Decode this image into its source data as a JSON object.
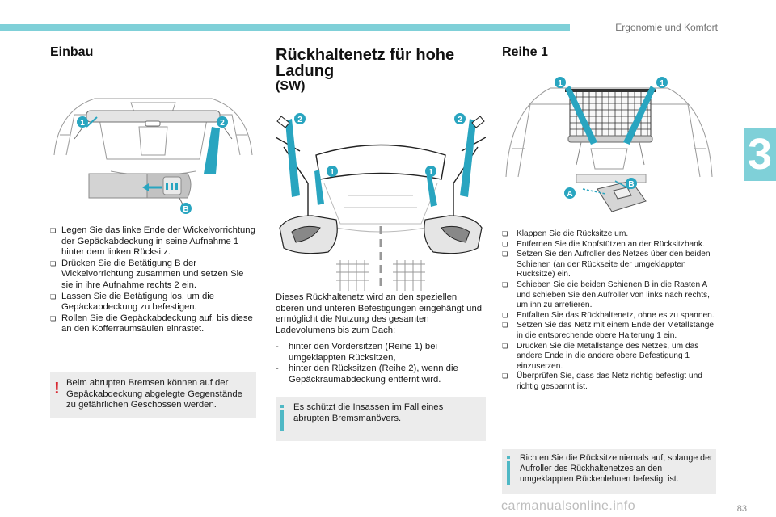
{
  "header": {
    "section_title": "Ergonomie und Komfort",
    "chapter_number": "3",
    "page_number": "83"
  },
  "watermark": "carmanualsonline.info",
  "colors": {
    "accent": "#7fd0d8",
    "info_bar": "#4fb8c5",
    "warning_red": "#d8262f",
    "callout": "#29a5c0",
    "note_bg": "#ececec"
  },
  "einbau": {
    "title": "Einbau",
    "figure_labels": {
      "marker_1": "1",
      "marker_2": "2",
      "marker_b": "B"
    },
    "steps": [
      "Legen Sie das linke Ende der Wickelvorrichtung der Gepäckabdeckung in seine Aufnahme 1 hinter dem linken Rücksitz.",
      "Drücken Sie die Betätigung B der Wickelvorrichtung zusammen und setzen Sie sie in ihre Aufnahme rechts 2 ein.",
      "Lassen Sie die Betätigung los, um die Gepäckabdeckung zu befestigen.",
      "Rollen Sie die Gepäckabdeckung auf, bis diese an den Kofferraumsäulen einrastet."
    ],
    "warning_note": "Beim abrupten Bremsen können auf der Gepäckabdeckung abgelegte Gegenstände zu gefährlichen Geschossen werden."
  },
  "net": {
    "title": "Rückhaltenetz für hohe Ladung",
    "subtitle": "(SW)",
    "figure_labels": {
      "marker_1": "1",
      "marker_2": "2"
    },
    "paragraph": "Dieses Rückhaltenetz wird an den speziellen oberen und unteren Befestigungen eingehängt und ermöglicht die Nutzung des gesamten Ladevolumens bis zum Dach:",
    "dash_items": [
      "hinter den Vordersitzen (Reihe 1) bei umgeklappten Rücksitzen,",
      "hinter den Rücksitzen (Reihe 2), wenn die Gepäckraumabdeckung entfernt wird."
    ],
    "info_note": "Es schützt die Insassen im Fall eines abrupten Bremsmanövers."
  },
  "reihe1": {
    "title": "Reihe 1",
    "figure_labels": {
      "marker_1": "1",
      "marker_a": "A",
      "marker_b": "B"
    },
    "steps": [
      "Klappen Sie die Rücksitze um.",
      "Entfernen Sie die Kopfstützen an der Rücksitzbank.",
      "Setzen Sie den Aufroller des Netzes über den beiden Schienen (an der Rückseite der umgeklappten Rücksitze) ein.",
      "Schieben Sie die beiden Schienen B in die Rasten A und schieben Sie den Aufroller von links nach rechts, um ihn zu arretieren.",
      "Entfalten Sie das Rückhaltenetz, ohne es zu spannen.",
      "Setzen Sie das Netz mit einem Ende der Metallstange in die entsprechende obere Halterung 1 ein.",
      "Drücken Sie die Metallstange des Netzes, um das andere Ende in die andere obere Befestigung 1 einzusetzen.",
      "Überprüfen Sie, dass das Netz richtig befestigt und richtig gespannt ist."
    ],
    "info_note": "Richten Sie die Rücksitze niemals auf, solange der Aufroller des Rückhaltenetzes an den umgeklappten Rückenlehnen befestigt ist."
  }
}
